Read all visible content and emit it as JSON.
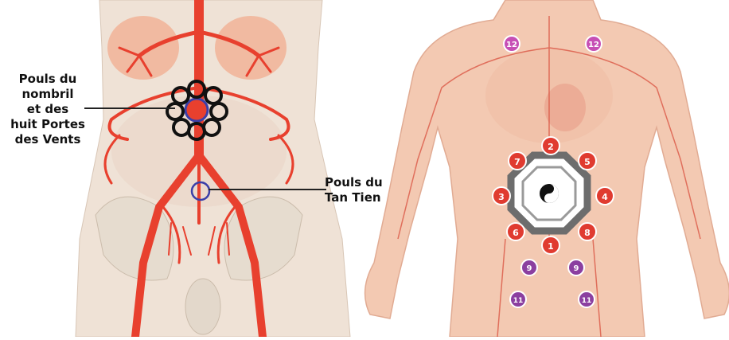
{
  "left_panel": {
    "label_navel": [
      "Pouls du",
      "nombril",
      "et des",
      "huit Portes",
      "des Vents"
    ],
    "label_tantien": [
      "Pouls du",
      "Tan Tien"
    ]
  },
  "right_panel": {
    "points": [
      {
        "num": "1",
        "color": "#e03b30"
      },
      {
        "num": "2",
        "color": "#e03b30"
      },
      {
        "num": "3",
        "color": "#e03b30"
      },
      {
        "num": "4",
        "color": "#e03b30"
      },
      {
        "num": "5",
        "color": "#e03b30"
      },
      {
        "num": "6",
        "color": "#e03b30"
      },
      {
        "num": "7",
        "color": "#e03b30"
      },
      {
        "num": "8",
        "color": "#e03b30"
      },
      {
        "num": "9",
        "color": "#8b3fa0"
      },
      {
        "num": "11",
        "color": "#8b3fa0"
      },
      {
        "num": "12",
        "color": "#c64fb5"
      }
    ]
  },
  "colors": {
    "artery": "#e8402e",
    "skin": "#f3c9b2",
    "bagua": "#6d6d6d"
  }
}
